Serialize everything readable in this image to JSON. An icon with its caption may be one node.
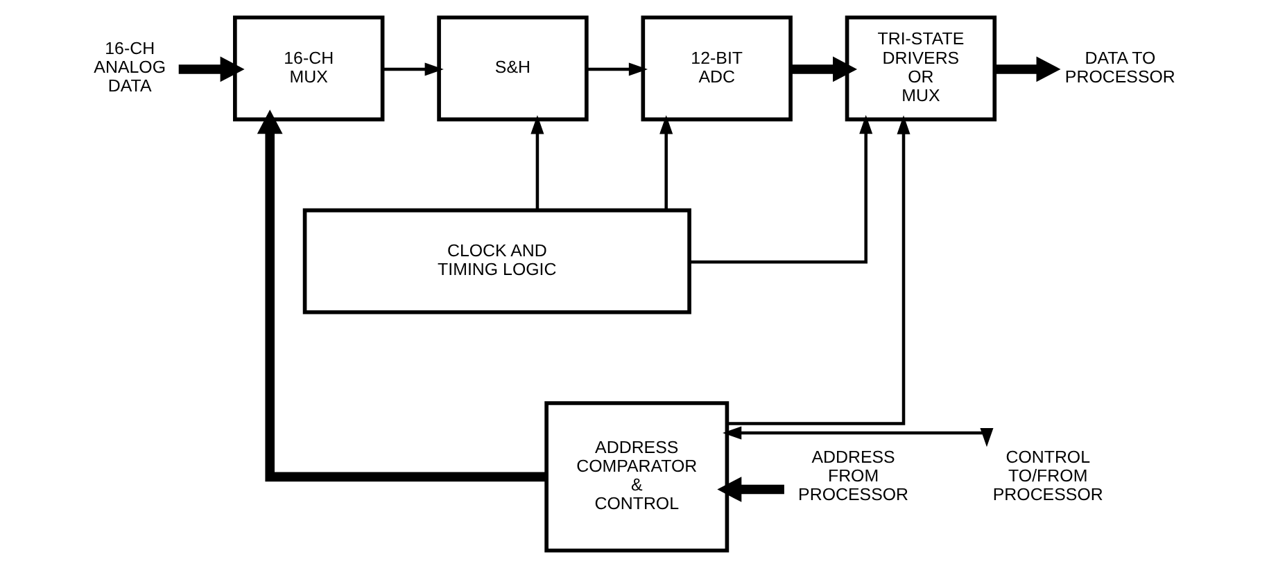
{
  "diagram": {
    "nodes": [
      {
        "text": [
          "16-CH ANALOG DATA"
        ]
      },
      {
        "text": [
          "16-CH MUX"
        ]
      },
      {
        "text": [
          "S&H"
        ]
      },
      {
        "text": [
          "12-BIT ADC"
        ]
      },
      {
        "text": [
          "TRI-STATE DRIVERS OR MUX"
        ]
      },
      {
        "text": [
          "DATA TO PROCESSOR"
        ]
      },
      {
        "text": [
          "CLOCK AND TIMING LOGIC"
        ]
      },
      {
        "text": [
          "ADDRESS COMPARATOR & CONTROL"
        ]
      },
      {
        "text": [
          "ADDRESS FROM PROCESSOR"
        ]
      },
      {
        "text": [
          "CONTROL TO/FROM PROCESSOR"
        ]
      }
    ],
    "edges": [
      {
        "from": 0,
        "to": 1,
        "arrow": "to",
        "style": "thick"
      },
      {
        "from": 1,
        "to": 2,
        "arrow": "to"
      },
      {
        "from": 2,
        "to": 3,
        "arrow": "to"
      },
      {
        "from": 3,
        "to": 4,
        "arrow": "to",
        "style": "thick"
      },
      {
        "from": 4,
        "to": 5,
        "arrow": "to",
        "style": "thick"
      },
      {
        "from": 6,
        "to": 2,
        "arrow": "to"
      },
      {
        "from": 6,
        "to": 3,
        "arrow": "to"
      },
      {
        "from": 6,
        "to": 4,
        "arrow": "to"
      },
      {
        "from": 7,
        "to": 4,
        "arrow": "to"
      },
      {
        "from": 7,
        "to": 1,
        "arrow": "to",
        "style": "thick"
      },
      {
        "from": 8,
        "to": 7,
        "arrow": "to",
        "style": "thick"
      },
      {
        "from": 7,
        "to": 9,
        "arrow": "both"
      }
    ]
  }
}
